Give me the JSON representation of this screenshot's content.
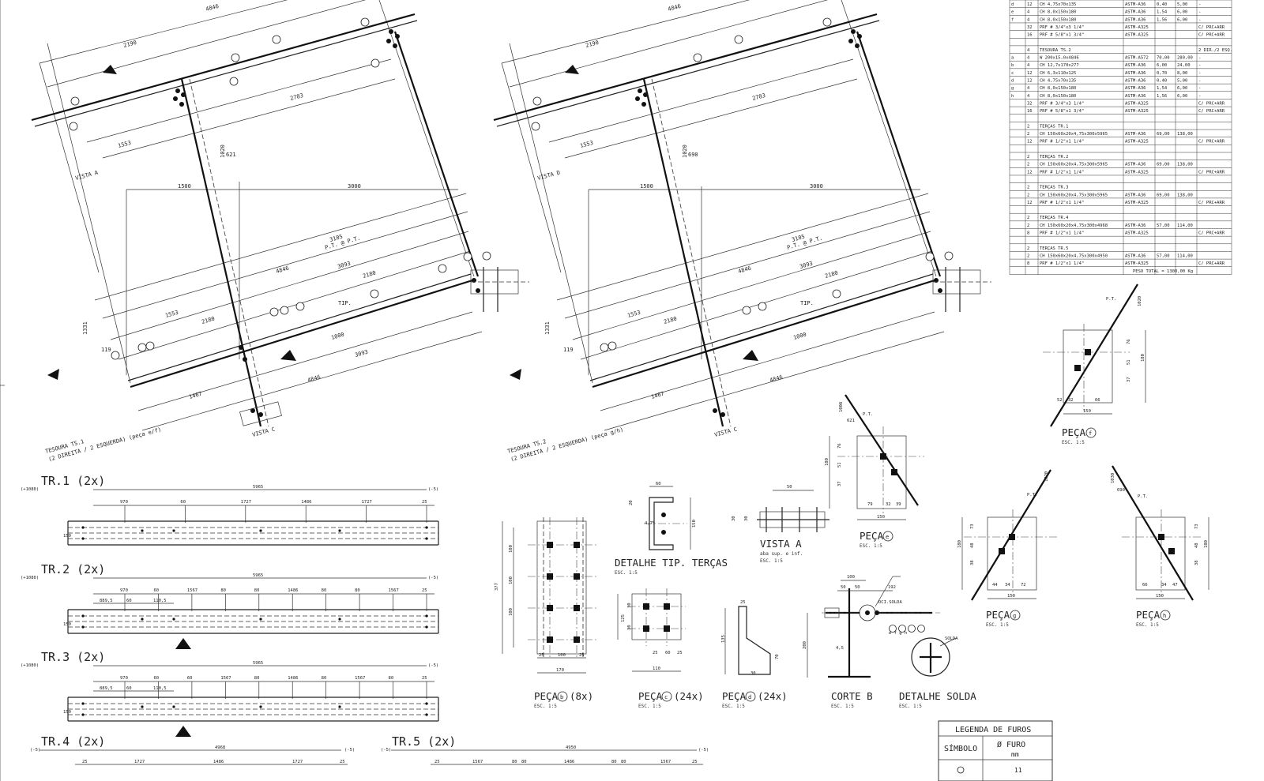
{
  "trusses": [
    {
      "id": "ts1",
      "label1": "TESOURA TS.1",
      "label2": "(2 DIREITA / 2 ESQUERDA) (peça e/f)",
      "vista_top": "VISTA A",
      "vista_bottom": "VISTA C",
      "dims": {
        "top1": "4846",
        "top2": "2190",
        "d2783": "2783",
        "d1553": "1553",
        "d1500": "1500",
        "d3000": "3000",
        "d3105": "3105",
        "pt": "P.T. @ P.T.",
        "d4846": "4846",
        "d3093": "3093",
        "d2180": "2180",
        "d1553b": "1553",
        "d2180b": "2180",
        "d1000": "1000",
        "d1331": "1331",
        "d4846b": "4846",
        "d1467": "1467",
        "d119": "119",
        "tip": "TIP.",
        "d621": "621",
        "d1020": "1020"
      }
    },
    {
      "id": "ts2",
      "label1": "TESOURA TS.2",
      "label2": "(2 DIREITA / 2 ESQUERDA) (peça g/h)",
      "vista_top": "VISTA D",
      "vista_bottom": "VISTA C",
      "dims": {
        "top1": "4846",
        "top2": "2190",
        "d2783": "2783",
        "d1553": "1553",
        "d1500": "1500",
        "d3000": "3000",
        "d3105": "3105",
        "pt": "P.T. @ P.T.",
        "d4846": "4846",
        "d3093": "3093",
        "d2180": "2180",
        "d1553b": "1553",
        "d2180b": "2180",
        "d1000": "1000",
        "d1331": "1331",
        "d4846b": "4846",
        "d1467": "1467",
        "d119": "119",
        "tip": "TIP.",
        "d621": "690",
        "d1020": "1020"
      }
    }
  ],
  "material_table": {
    "rows": [
      [
        "d",
        "12",
        "CH 4,75x70x135",
        "ASTM-A36",
        "0,40",
        "5,00",
        "-"
      ],
      [
        "e",
        "4",
        "CH 8,0x150x180",
        "ASTM-A36",
        "1,54",
        "6,00",
        "-"
      ],
      [
        "f",
        "4",
        "CH 8,0x150x180",
        "ASTM-A36",
        "1,56",
        "6,00",
        "-"
      ],
      [
        "",
        "32",
        "PRF # 3/4\"x3 1/4\"",
        "ASTM-A325",
        "",
        "",
        "C/ PRC+ARR"
      ],
      [
        "",
        "16",
        "PRF # 5/8\"x1 3/4\"",
        "ASTM-A325",
        "",
        "",
        "C/ PRC+ARR"
      ],
      [
        "",
        "",
        "",
        "",
        "",
        "",
        ""
      ],
      [
        "",
        "4",
        "TESOURA TS.2",
        "",
        "",
        "",
        "2 DIR./2 ESQ."
      ],
      [
        "a",
        "4",
        "W 200x15,0x4846",
        "ASTM-A572",
        "70,00",
        "280,00",
        "-"
      ],
      [
        "b",
        "4",
        "CH 12,7x170x277",
        "ASTM-A36",
        "6,00",
        "24,00",
        "-"
      ],
      [
        "c",
        "12",
        "CH 6,3x110x125",
        "ASTM-A36",
        "0,70",
        "8,00",
        "-"
      ],
      [
        "d",
        "12",
        "CH 4,75x70x135",
        "ASTM-A36",
        "0,40",
        "5,00",
        "-"
      ],
      [
        "g",
        "4",
        "CH 8,0x150x180",
        "ASTM-A36",
        "1,54",
        "6,00",
        "-"
      ],
      [
        "h",
        "4",
        "CH 8,0x150x180",
        "ASTM-A36",
        "1,56",
        "6,00",
        "-"
      ],
      [
        "",
        "32",
        "PRF # 3/4\"x3 1/4\"",
        "ASTM-A325",
        "",
        "",
        "C/ PRC+ARR"
      ],
      [
        "",
        "16",
        "PRF # 5/8\"x1 3/4\"",
        "ASTM-A325",
        "",
        "",
        "C/ PRC+ARR"
      ],
      [
        "",
        "",
        "",
        "",
        "",
        "",
        ""
      ],
      [
        "",
        "2",
        "TERÇAS TR.1",
        "",
        "",
        "",
        ""
      ],
      [
        "",
        "2",
        "CH 150x60x20x4,75x300x5965",
        "ASTM-A36",
        "69,00",
        "138,00",
        ""
      ],
      [
        "",
        "12",
        "PRF # 1/2\"x1 1/4\"",
        "ASTM-A325",
        "",
        "",
        "C/ PRC+ARR"
      ],
      [
        "",
        "",
        "",
        "",
        "",
        "",
        ""
      ],
      [
        "",
        "2",
        "TERÇAS TR.2",
        "",
        "",
        "",
        ""
      ],
      [
        "",
        "2",
        "CH 150x60x20x4,75x300x5965",
        "ASTM-A36",
        "69,00",
        "138,00",
        ""
      ],
      [
        "",
        "12",
        "PRF # 1/2\"x1 1/4\"",
        "ASTM-A325",
        "",
        "",
        "C/ PRC+ARR"
      ],
      [
        "",
        "",
        "",
        "",
        "",
        "",
        ""
      ],
      [
        "",
        "2",
        "TERÇAS TR.3",
        "",
        "",
        "",
        ""
      ],
      [
        "",
        "2",
        "CH 150x60x20x4,75x300x5965",
        "ASTM-A36",
        "69,00",
        "138,00",
        ""
      ],
      [
        "",
        "12",
        "PRF # 1/2\"x1 1/4\"",
        "ASTM-A325",
        "",
        "",
        "C/ PRC+ARR"
      ],
      [
        "",
        "",
        "",
        "",
        "",
        "",
        ""
      ],
      [
        "",
        "2",
        "TERÇAS TR.4",
        "",
        "",
        "",
        ""
      ],
      [
        "",
        "2",
        "CH 150x60x20x4,75x300x4968",
        "ASTM-A36",
        "57,00",
        "114,00",
        ""
      ],
      [
        "",
        "8",
        "PRF # 1/2\"x1 1/4\"",
        "ASTM-A325",
        "",
        "",
        "C/ PRC+ARR"
      ],
      [
        "",
        "",
        "",
        "",
        "",
        "",
        ""
      ],
      [
        "",
        "2",
        "TERÇAS TR.5",
        "",
        "",
        "",
        ""
      ],
      [
        "",
        "2",
        "CH 150x60x20x4,75x300x4950",
        "ASTM-A36",
        "57,00",
        "114,00",
        ""
      ],
      [
        "",
        "8",
        "PRF # 1/2\"x1 1/4\"",
        "ASTM-A325",
        "",
        "",
        "C/ PRC+ARR"
      ]
    ],
    "total": "PESO TOTAL = 1300,00 Kg"
  },
  "purlins": [
    {
      "id": "tr1",
      "title": "TR.1 (2x)",
      "elev": "(+1080)",
      "elev_r": "(-5)",
      "overall": "5965",
      "h": "150",
      "dims": [
        "970",
        "60",
        "1727",
        "1486",
        "1727",
        "25"
      ]
    },
    {
      "id": "tr2",
      "title": "TR.2 (2x)",
      "elev": "(+1080)",
      "elev_r": "(-5)",
      "overall": "5965",
      "h": "150",
      "dims": [
        "970",
        "60",
        "1567",
        "80",
        "80",
        "1486",
        "80",
        "80",
        "1567",
        "25"
      ],
      "sub": [
        "889,5",
        "60",
        "110,5"
      ]
    },
    {
      "id": "tr3",
      "title": "TR.3 (2x)",
      "elev": "(+1080)",
      "elev_r": "(-5)",
      "overall": "5965",
      "h": "150",
      "dims": [
        "970",
        "60",
        "60",
        "1567",
        "80",
        "1486",
        "80",
        "1567",
        "80",
        "25"
      ],
      "sub": [
        "889,5",
        "60",
        "110,5"
      ]
    }
  ],
  "purlins_bottom": [
    {
      "id": "tr4",
      "title": "TR.4 (2x)",
      "elev": "(-5)",
      "elev_r": "(-5)",
      "overall": "4968",
      "dims": [
        "1727",
        "1486",
        "1727",
        "25",
        "25"
      ]
    },
    {
      "id": "tr5",
      "title": "TR.5 (2x)",
      "elev": "(-5)",
      "elev_r": "(-5)",
      "overall": "4950",
      "dims": [
        "1567",
        "80",
        "80",
        "1486",
        "80",
        "80",
        "1567",
        "25",
        "25"
      ]
    }
  ],
  "details": {
    "peca_b": {
      "title": "PEÇA",
      "mark": "b",
      "qty": "(8x)",
      "scale": "ESC. 1:5",
      "dims": [
        "377",
        "100",
        "100",
        "100",
        "100",
        "25",
        "100",
        "25",
        "170"
      ]
    },
    "tip_tercas": {
      "title": "DETALHE TIP. TERÇAS",
      "scale": "ESC. 1:5",
      "dims": [
        "60",
        "4,75",
        "150",
        "20"
      ]
    },
    "peca_c": {
      "title": "PEÇA",
      "mark": "c",
      "qty": "(24x)",
      "scale": "ESC. 1:5",
      "dims": [
        "125",
        "30",
        "30",
        "25",
        "60",
        "25",
        "110"
      ]
    },
    "peca_d": {
      "title": "PEÇA",
      "mark": "d",
      "qty": "(24x)",
      "scale": "ESC. 1:5",
      "dims": [
        "25",
        "135",
        "30",
        "70"
      ]
    },
    "vista_a": {
      "title": "VISTA A",
      "sub": "aba sup. e inf.",
      "scale": "ESC. 1:5",
      "dims": [
        "30",
        "30",
        "50",
        "50"
      ]
    },
    "corte_b": {
      "title": "CORTE B",
      "scale": "ESC. 1:5",
      "dims": [
        "100",
        "50",
        "50",
        "192",
        "200",
        "4,5"
      ],
      "weld": "DCI.SOLDA",
      "marks": "e f g h"
    },
    "solda": {
      "title": "DETALHE SOLDA",
      "scale": "ESC. 1:5",
      "label": "SOLDA"
    },
    "peca_e": {
      "title": "PEÇA",
      "mark": "e",
      "scale": "ESC. 1:5",
      "dims": [
        "150",
        "79",
        "32",
        "39",
        "1008",
        "621",
        "P.T.",
        "180",
        "76",
        "51",
        "37"
      ]
    },
    "peca_f": {
      "title": "PEÇA",
      "mark": "f",
      "scale": "ESC. 1:5",
      "dims": [
        "150",
        "32",
        "66",
        "52",
        "1020",
        "P.T.",
        "180",
        "76",
        "51",
        "37"
      ]
    },
    "peca_g": {
      "title": "PEÇA",
      "mark": "g",
      "scale": "ESC. 1:5",
      "dims": [
        "150",
        "44",
        "34",
        "72",
        "1020",
        "P.T.",
        "180",
        "73",
        "48",
        "38"
      ]
    },
    "peca_h": {
      "title": "PEÇA",
      "mark": "h",
      "scale": "ESC. 1:5",
      "dims": [
        "150",
        "66",
        "34",
        "47",
        "1030",
        "690",
        "P.T.",
        "180",
        "73",
        "48",
        "38"
      ]
    }
  },
  "hole_legend": {
    "title": "LEGENDA DE FUROS",
    "col1": "SÍMBOLO",
    "col2": "Ø FURO",
    "col2_unit": "mm",
    "row_value": "11"
  },
  "colors": {
    "line": "#111111",
    "paper": "#ffffff"
  }
}
